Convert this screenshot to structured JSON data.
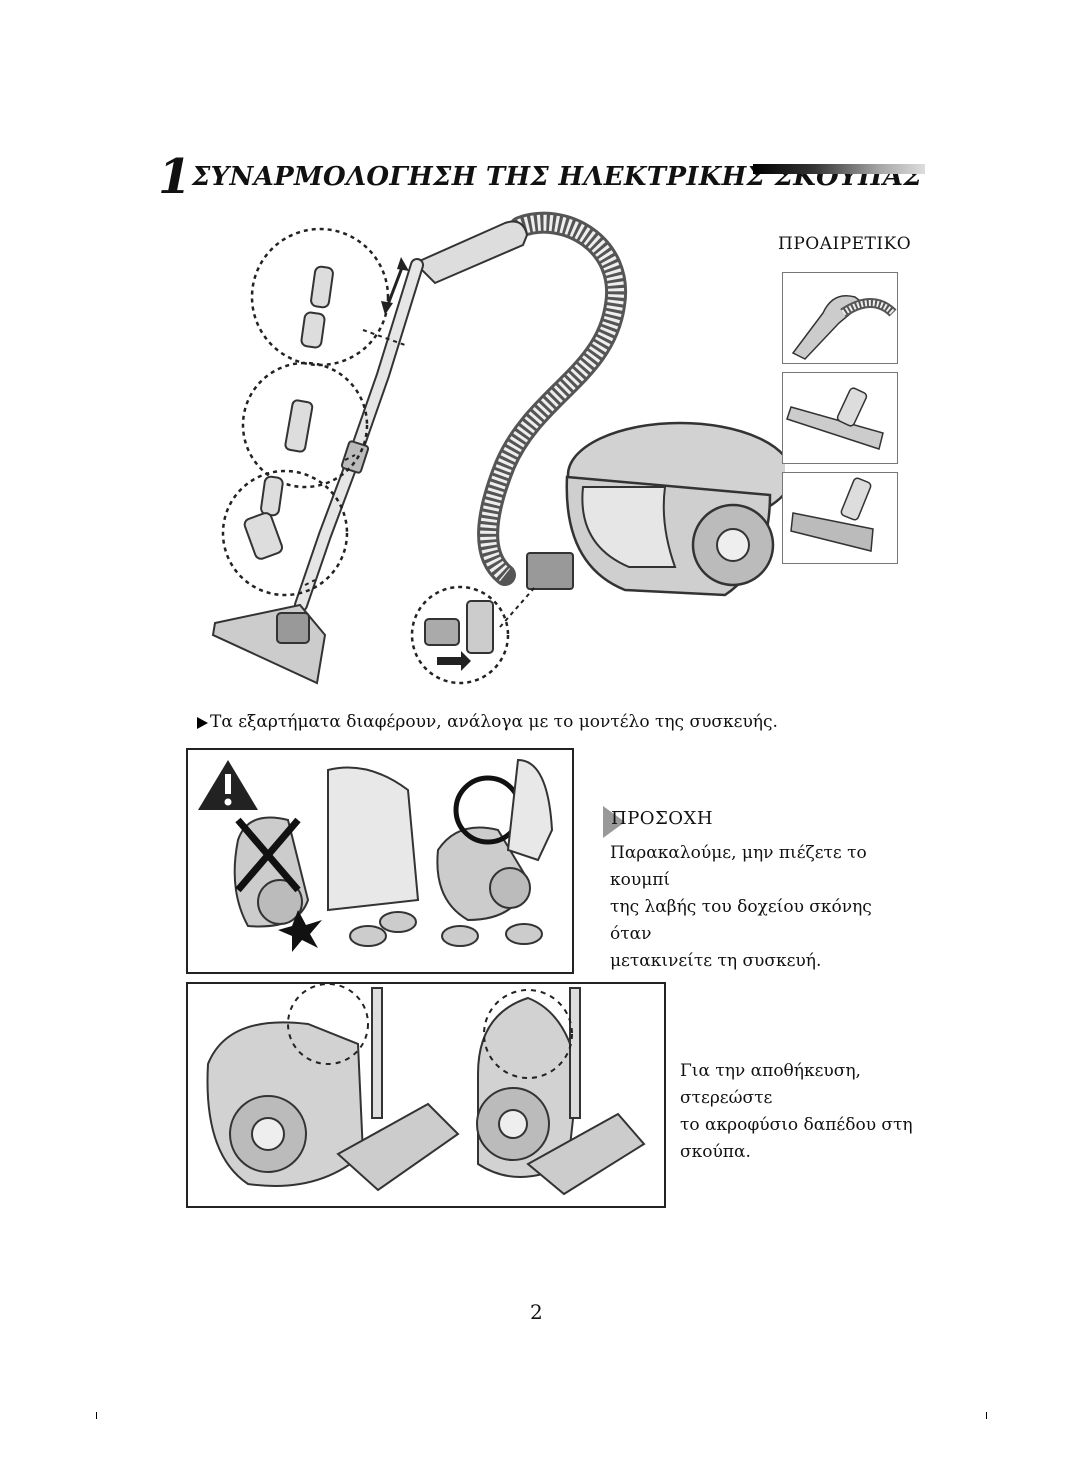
{
  "title": {
    "number": "1",
    "text": "ΣΥΝΑΡΜΟΛΟΓΗΣΗ ΤΗΣ ΗΛΕΚΤΡΙΚΗΣ ΣΚΟΥΠΑΣ"
  },
  "optional": {
    "label": "ΠΡΟΑΙΡΕΤΙΚΟ",
    "items": [
      "handle-with-hose",
      "floor-brush",
      "combination-nozzle"
    ]
  },
  "note": {
    "text": "Τα εξαρτήματα διαφέρουν, ανάλογα με το μοντέλο της συσκευής."
  },
  "caution": {
    "label": "ΠΡΟΣΟΧΗ",
    "lines": [
      "Παρακαλούμε, μην πιέζετε το κουμπί",
      "της λαβής του δοχείου σκόνης όταν",
      "μετακινείτε τη συσκευή."
    ]
  },
  "storage": {
    "lines": [
      "Για την αποθήκευση, στερεώστε",
      "το ακροφύσιο δαπέδου στη",
      "σκούπα."
    ]
  },
  "page_number": "2"
}
